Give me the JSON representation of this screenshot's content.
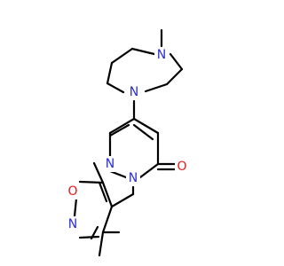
{
  "molecule": {
    "atoms": [
      {
        "symbol": "N",
        "color": "#2a2dd6"
      },
      {
        "symbol": "N",
        "color": "#2a2dd6"
      },
      {
        "symbol": "N",
        "color": "#2a2dd6"
      },
      {
        "symbol": "N",
        "color": "#2a2dd6"
      },
      {
        "symbol": "O",
        "color": "#e01b1b"
      },
      {
        "symbol": "O",
        "color": "#e01b1b"
      },
      {
        "symbol": "N",
        "color": "#2a2dd6"
      }
    ]
  }
}
